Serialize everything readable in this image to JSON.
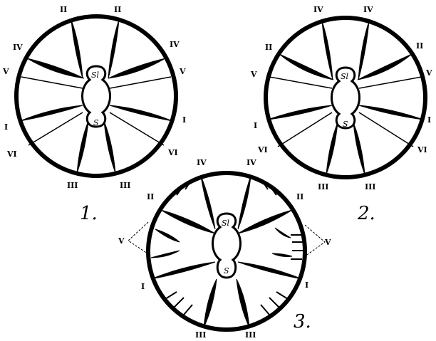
{
  "figures": [
    {
      "id": "fig1",
      "caption": "1.",
      "labels": [
        "II",
        "II",
        "IV",
        "IV",
        "V",
        "V",
        "I",
        "I",
        "VI",
        "VI",
        "III",
        "III"
      ],
      "center_top": "Sl",
      "center_bottom": "S"
    },
    {
      "id": "fig2",
      "caption": "2.",
      "labels": [
        "IV",
        "IV",
        "II",
        "II",
        "V",
        "V",
        "I",
        "I",
        "VI",
        "VI",
        "III",
        "III"
      ],
      "center_top": "Sl",
      "center_bottom": "S"
    },
    {
      "id": "fig3",
      "caption": "3.",
      "labels": [
        "IV",
        "IV",
        "II",
        "II",
        "V",
        "V",
        "I",
        "I",
        "III",
        "III"
      ],
      "center_top": "Sl",
      "center_bottom": "S"
    }
  ]
}
